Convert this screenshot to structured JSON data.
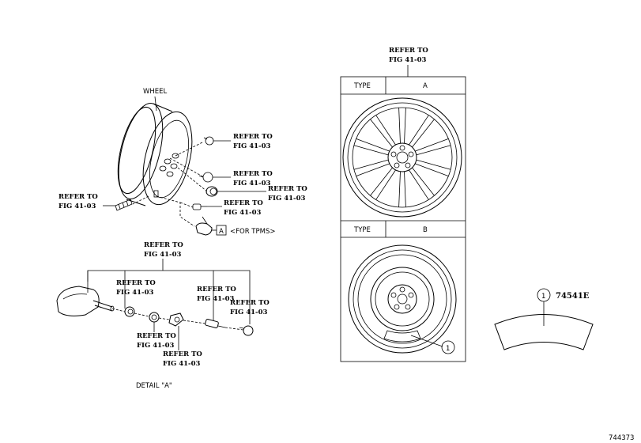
{
  "refer": {
    "line1": "REFER TO",
    "line2": "FIG 41-03"
  },
  "labels": {
    "wheel": "WHEEL",
    "tpms": "<FOR TPMS>",
    "detail_box": "A",
    "detail_caption": "DETAIL \"A\"",
    "diagram_id": "744373"
  },
  "type_table": {
    "header": "TYPE",
    "rows": [
      {
        "type": "A"
      },
      {
        "type": "B"
      }
    ]
  },
  "callout": {
    "number": "1",
    "part_number": "74541E"
  }
}
